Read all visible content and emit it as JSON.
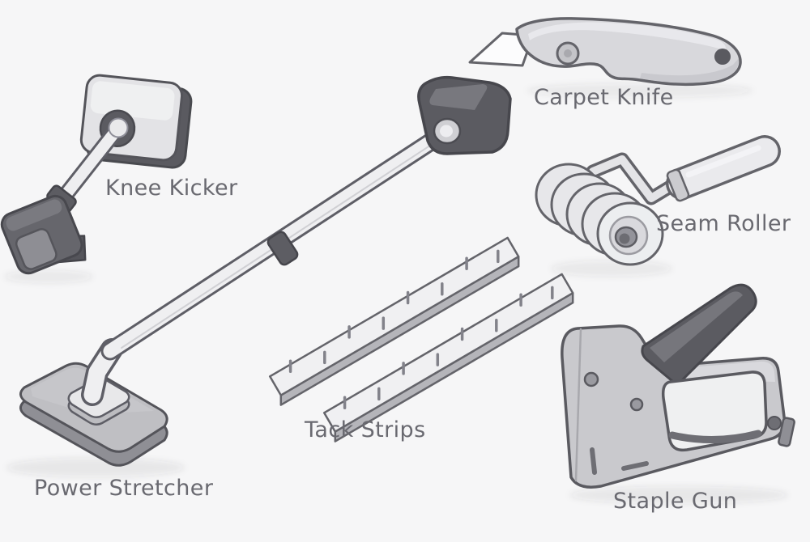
{
  "page": {
    "background_color": "#f6f6f7",
    "label_color": "#696970"
  },
  "tools": [
    {
      "id": "knee-kicker",
      "label": "Knee Kicker"
    },
    {
      "id": "power-stretcher",
      "label": "Power Stretcher"
    },
    {
      "id": "carpet-knife",
      "label": "Carpet Knife"
    },
    {
      "id": "seam-roller",
      "label": "Seam Roller"
    },
    {
      "id": "tack-strips",
      "label": "Tack Strips"
    },
    {
      "id": "staple-gun",
      "label": "Staple Gun"
    }
  ],
  "palette": {
    "outline": "#5e5e66",
    "tool_light": "#ededf0",
    "tool_mid": "#c9c9cd",
    "tool_dark": "#5c5c62",
    "metal_mid": "#b9b9bd"
  }
}
